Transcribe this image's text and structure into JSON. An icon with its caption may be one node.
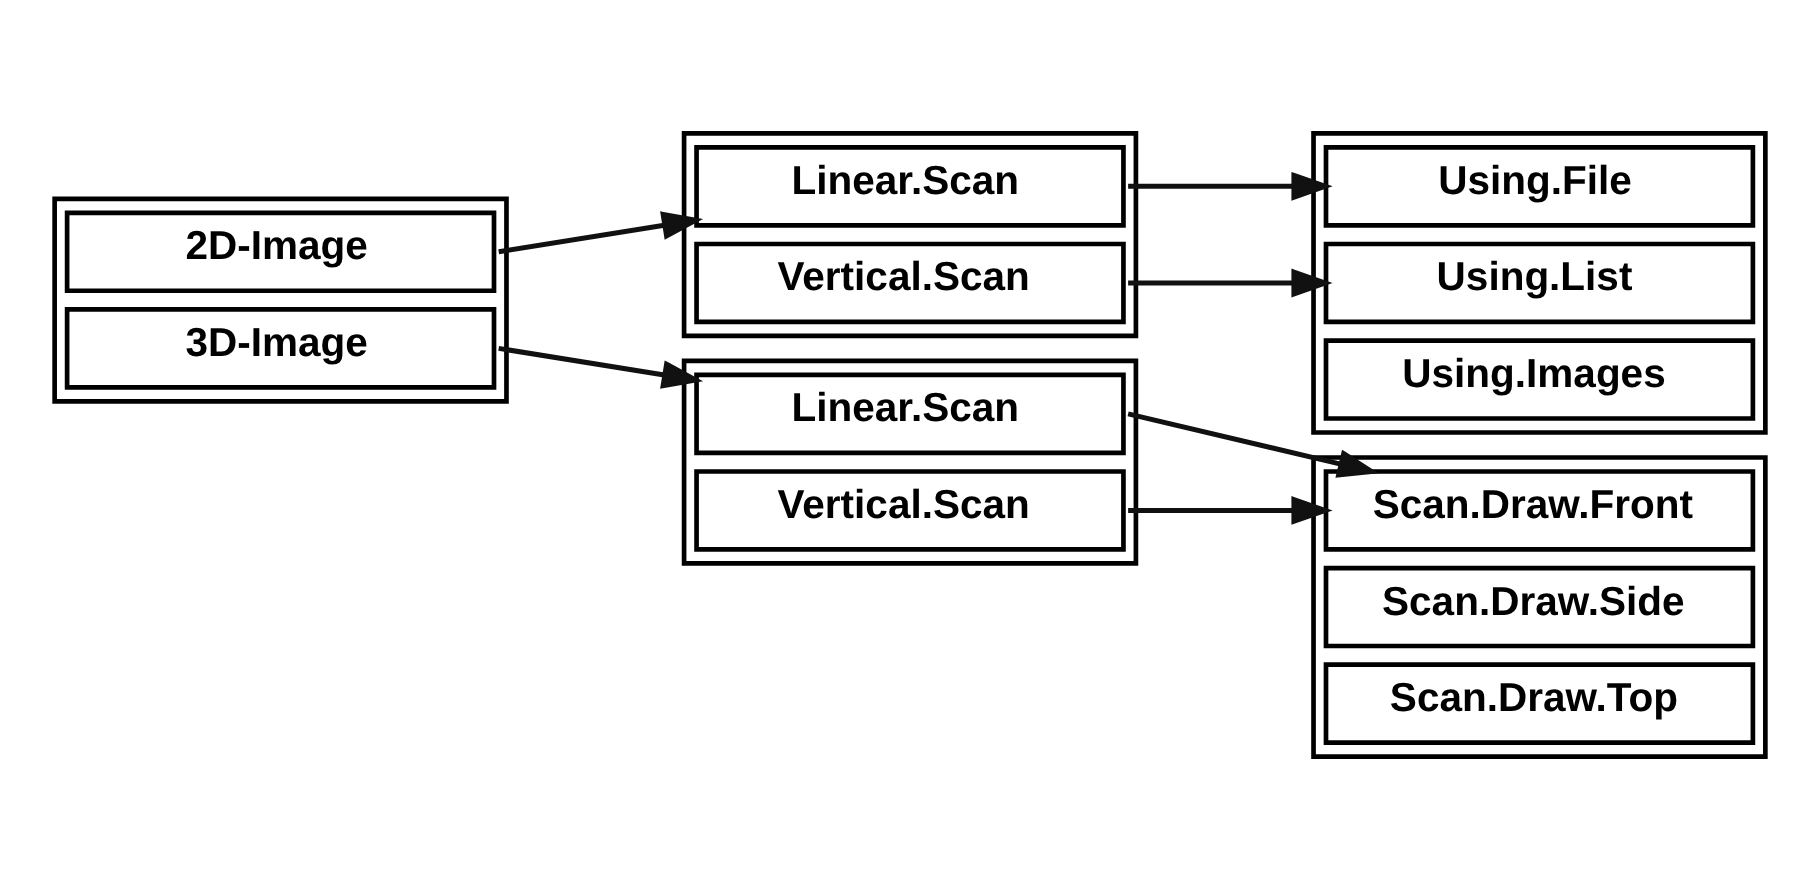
{
  "diagram": {
    "nodes": [
      {
        "text": [],
        "shape": "box"
      },
      {
        "text": [
          "2D-Image"
        ],
        "in": 0
      },
      {
        "text": [
          "3D-Image"
        ],
        "in": 0
      },
      {
        "text": [],
        "shape": "box"
      },
      {
        "text": [
          "Linear.Scan"
        ],
        "in": 3
      },
      {
        "text": [
          "Vertical.Scan"
        ],
        "in": 3
      },
      {
        "text": [],
        "shape": "box"
      },
      {
        "text": [
          "Using.File"
        ],
        "in": 6
      },
      {
        "text": [
          "Using.List"
        ],
        "in": 6
      },
      {
        "text": [
          "Using.Images"
        ],
        "in": 6
      },
      {
        "text": [],
        "shape": "box"
      },
      {
        "text": [
          "Linear.Scan"
        ],
        "in": 10
      },
      {
        "text": [
          "Vertical.Scan"
        ],
        "in": 10
      },
      {
        "text": [],
        "shape": "box"
      },
      {
        "text": [
          "Scan.Draw.Front"
        ],
        "in": 13
      },
      {
        "text": [
          "Scan.Draw.Side"
        ],
        "in": 13
      },
      {
        "text": [
          "Scan.Draw.Top"
        ],
        "in": 13
      }
    ],
    "edges": [
      {
        "from": 1,
        "to": 4,
        "arrow": "to"
      },
      {
        "from": 4,
        "to": 7,
        "arrow": "to"
      },
      {
        "from": 5,
        "to": 8,
        "arrow": "to"
      },
      {
        "from": 2,
        "to": 11,
        "arrow": "to"
      },
      {
        "from": 11,
        "to": 14,
        "arrow": "to"
      },
      {
        "from": 12,
        "to": 14,
        "arrow": "to"
      }
    ]
  }
}
